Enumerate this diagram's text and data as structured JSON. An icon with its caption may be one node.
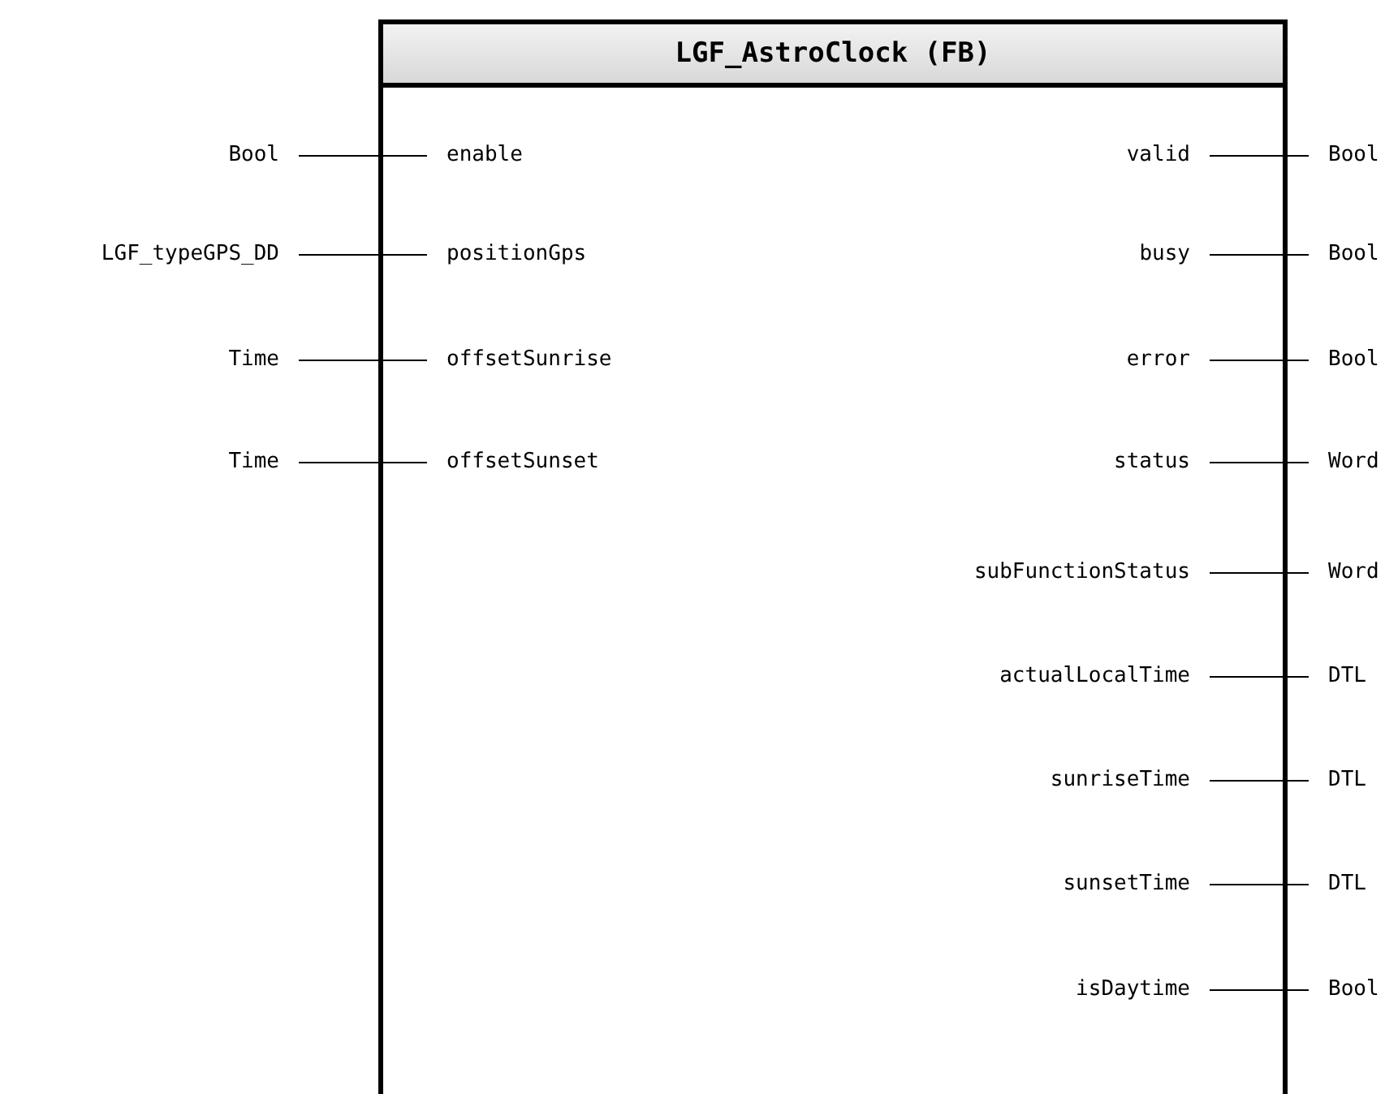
{
  "diagram": {
    "nodes": [
      {
        "text": [
          "LGF_AstroClock (FB)"
        ]
      },
      {
        "text": [
          "enable"
        ],
        "in": 0
      },
      {
        "text": [
          "positionGps"
        ],
        "in": 0
      },
      {
        "text": [
          "offsetSunrise"
        ],
        "in": 0
      },
      {
        "text": [
          "offsetSunset"
        ],
        "in": 0
      },
      {
        "text": [
          "valid"
        ],
        "in": 0
      },
      {
        "text": [
          "busy"
        ],
        "in": 0
      },
      {
        "text": [
          "error"
        ],
        "in": 0
      },
      {
        "text": [
          "status"
        ],
        "in": 0
      },
      {
        "text": [
          "subFunctionStatus"
        ],
        "in": 0
      },
      {
        "text": [
          "actualLocalTime"
        ],
        "in": 0
      },
      {
        "text": [
          "sunriseTime"
        ],
        "in": 0
      },
      {
        "text": [
          "sunsetTime"
        ],
        "in": 0
      },
      {
        "text": [
          "isDaytime"
        ],
        "in": 0
      },
      {
        "text": [
          "Bool"
        ]
      },
      {
        "text": [
          "LGF_typeGPS_DD"
        ]
      },
      {
        "text": [
          "Time"
        ]
      },
      {
        "text": [
          "Time"
        ]
      },
      {
        "text": [
          "Bool"
        ]
      },
      {
        "text": [
          "Bool"
        ]
      },
      {
        "text": [
          "Bool"
        ]
      },
      {
        "text": [
          "Word"
        ]
      },
      {
        "text": [
          "Word"
        ]
      },
      {
        "text": [
          "DTL"
        ]
      },
      {
        "text": [
          "DTL"
        ]
      },
      {
        "text": [
          "DTL"
        ]
      },
      {
        "text": [
          "Bool"
        ]
      }
    ],
    "edges": [
      {
        "from": 14,
        "to": 1,
        "arrow": "none"
      },
      {
        "from": 15,
        "to": 2,
        "arrow": "none"
      },
      {
        "from": 16,
        "to": 3,
        "arrow": "none"
      },
      {
        "from": 17,
        "to": 4,
        "arrow": "none"
      },
      {
        "from": 5,
        "to": 18,
        "arrow": "none"
      },
      {
        "from": 6,
        "to": 19,
        "arrow": "none"
      },
      {
        "from": 7,
        "to": 20,
        "arrow": "none"
      },
      {
        "from": 8,
        "to": 21,
        "arrow": "none"
      },
      {
        "from": 9,
        "to": 22,
        "arrow": "none"
      },
      {
        "from": 10,
        "to": 23,
        "arrow": "none"
      },
      {
        "from": 11,
        "to": 24,
        "arrow": "none"
      },
      {
        "from": 12,
        "to": 25,
        "arrow": "none"
      },
      {
        "from": 13,
        "to": 26,
        "arrow": "none"
      }
    ]
  }
}
